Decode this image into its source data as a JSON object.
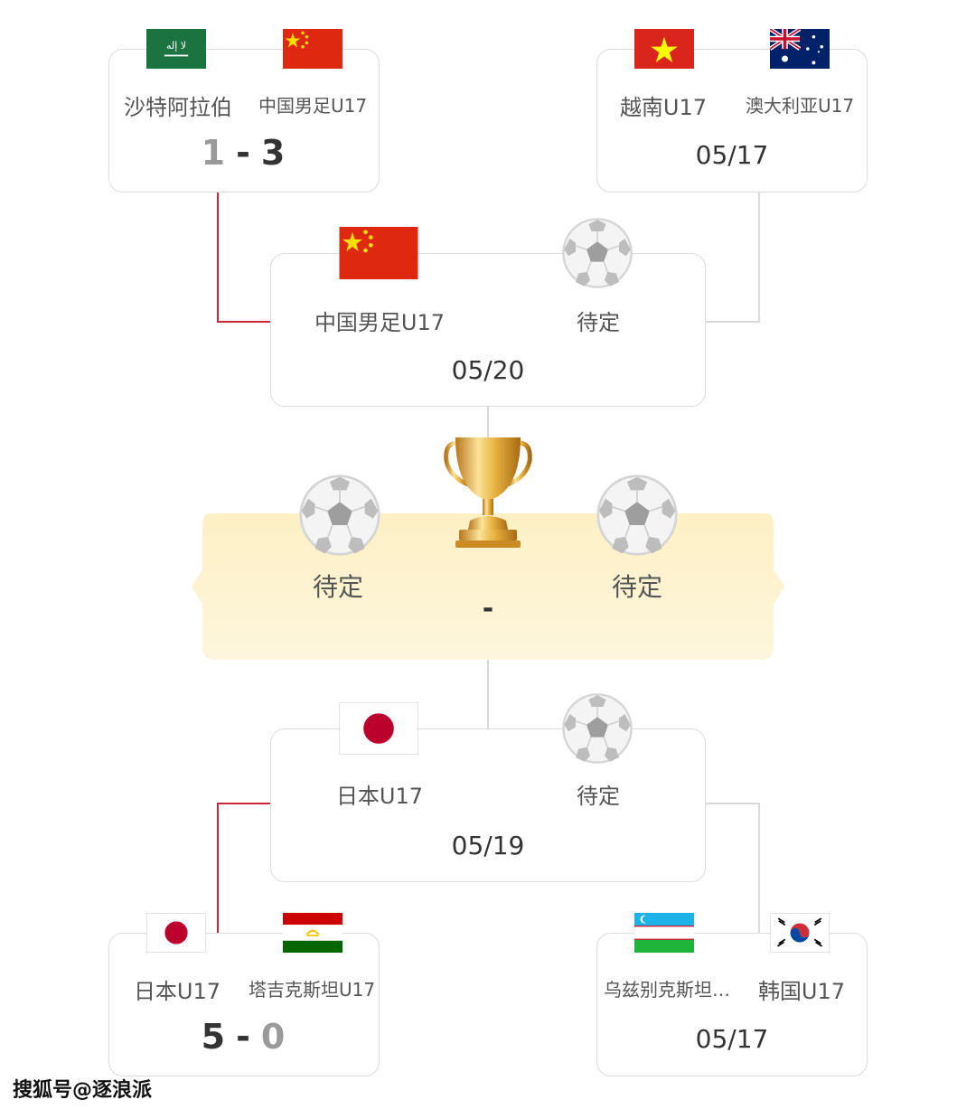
{
  "top_left_match": {
    "home": "沙特阿拉伯",
    "away": "中国男足U17",
    "home_score": "1",
    "away_score": "3",
    "separator": "-",
    "home_flag": "saudi-arabia-flag",
    "away_flag": "china-flag"
  },
  "top_right_match": {
    "home": "越南U17",
    "away": "澳大利亚U17",
    "date": "05/17",
    "home_flag": "vietnam-flag",
    "away_flag": "australia-flag"
  },
  "semi_top": {
    "home": "中国男足U17",
    "away": "待定",
    "date": "05/20",
    "home_flag": "china-flag",
    "away_icon": "soccer-ball-icon"
  },
  "final": {
    "home": "待定",
    "away": "待定",
    "score": "-",
    "trophy_icon": "trophy-icon"
  },
  "semi_bottom": {
    "home": "日本U17",
    "away": "待定",
    "date": "05/19",
    "home_flag": "japan-flag",
    "away_icon": "soccer-ball-icon"
  },
  "bottom_left_match": {
    "home": "日本U17",
    "away": "塔吉克斯坦U17",
    "home_score": "5",
    "away_score": "0",
    "separator": "-",
    "home_flag": "japan-flag",
    "away_flag": "tajikistan-flag"
  },
  "bottom_right_match": {
    "home": "乌兹别克斯坦…",
    "away": "韩国U17",
    "date": "05/17",
    "home_flag": "uzbekistan-flag",
    "away_flag": "south-korea-flag"
  },
  "watermark": "搜狐号@逐浪派",
  "colors": {
    "winner_path": "#c8283a",
    "connector": "#d8d8d8",
    "final_banner": "#fdf3cf"
  }
}
